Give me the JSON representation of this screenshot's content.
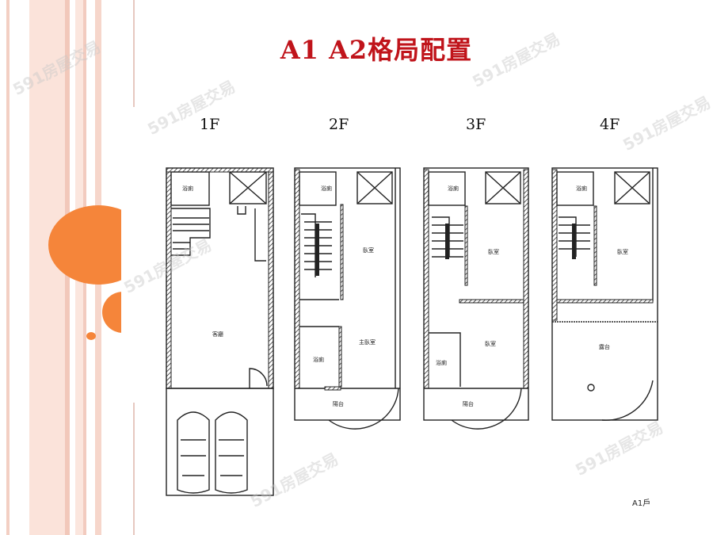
{
  "title": "A1  A2格局配置",
  "floors": [
    {
      "label": "1F",
      "rooms": {
        "bath": "浴廁",
        "living": "客廳"
      }
    },
    {
      "label": "2F",
      "rooms": {
        "bath": "浴廁",
        "bedroom": "臥室",
        "master": "主臥室",
        "bath2": "浴廁",
        "balcony": "陽台"
      }
    },
    {
      "label": "3F",
      "rooms": {
        "bath": "浴廁",
        "bedroom": "臥室",
        "bedroom2": "臥室",
        "bath2": "浴廁",
        "balcony": "陽台"
      }
    },
    {
      "label": "4F",
      "rooms": {
        "bath": "浴廁",
        "bedroom": "臥室",
        "terrace": "露台"
      }
    }
  ],
  "unit_label": "A1戶",
  "watermark": "591房屋交易",
  "colors": {
    "title": "#c0141b",
    "accent": "#f5853a",
    "stripe": "#f6d2c6"
  }
}
